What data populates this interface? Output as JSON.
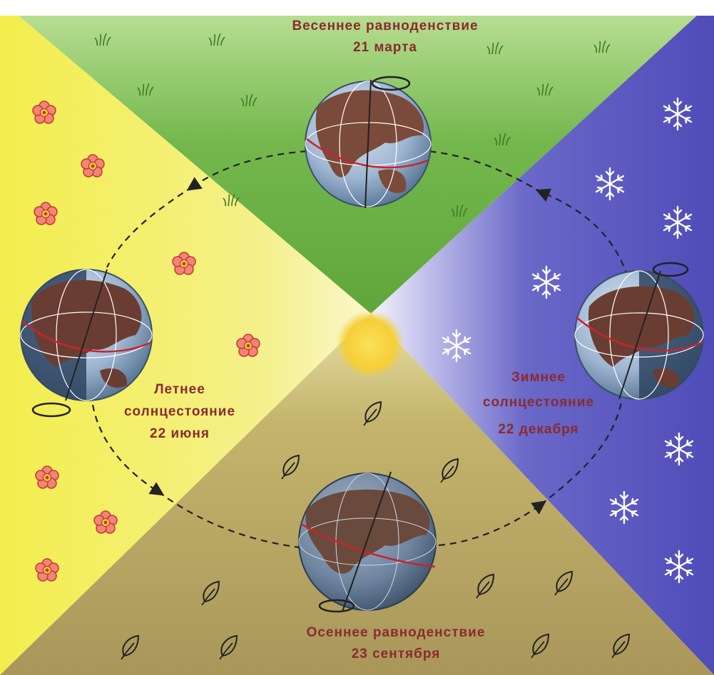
{
  "seasons": {
    "spring": {
      "name": "Весеннее равноденствие",
      "date": "21 марта"
    },
    "summer": {
      "name_line1": "Летнее",
      "name_line2": "солнцестояние",
      "date": "22 июня"
    },
    "autumn": {
      "name": "Осеннее равноденствие",
      "date": "23 сентября"
    },
    "winter": {
      "name_line1": "Зимнее",
      "name_line2": "солнцестояние",
      "date": "22 декабря"
    }
  },
  "colors": {
    "spring": "#6fb04a",
    "summer": "#f1ec6a",
    "autumn": "#c2b26c",
    "winter": "#6562c4",
    "sun": "#f6d23a",
    "label": "#8b2a2f",
    "ocean": "#8fa9c6",
    "land": "#7a4a3a",
    "equator": "#c8242c"
  },
  "icons": {
    "spring": "grass-sprout-icon",
    "summer": "flower-icon",
    "autumn": "leaf-icon",
    "winter": "snowflake-icon"
  }
}
